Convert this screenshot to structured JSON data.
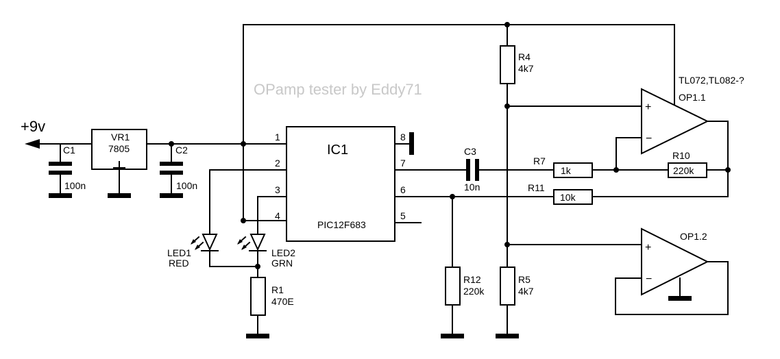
{
  "title": "OPamp tester by Eddy71",
  "supply": "+9v",
  "opamp_types": "TL072,TL082-?",
  "components": {
    "c1": {
      "ref": "C1",
      "value": "100n"
    },
    "c2": {
      "ref": "C2",
      "value": "100n"
    },
    "c3": {
      "ref": "C3",
      "value": "10n"
    },
    "vr1": {
      "ref": "VR1",
      "value": "7805"
    },
    "ic1": {
      "ref": "IC1",
      "value": "PIC12F683"
    },
    "r1": {
      "ref": "R1",
      "value": "470E"
    },
    "r4": {
      "ref": "R4",
      "value": "4k7"
    },
    "r5": {
      "ref": "R5",
      "value": "4k7"
    },
    "r7": {
      "ref": "R7",
      "value": "1k"
    },
    "r10": {
      "ref": "R10",
      "value": "220k"
    },
    "r11": {
      "ref": "R11",
      "value": "10k"
    },
    "r12": {
      "ref": "R12",
      "value": "220k"
    },
    "led1": {
      "ref": "LED1",
      "color": "RED"
    },
    "led2": {
      "ref": "LED2",
      "color": "GRN"
    },
    "op1_1": {
      "ref": "OP1.1"
    },
    "op1_2": {
      "ref": "OP1.2"
    }
  },
  "ic1_pins": [
    "1",
    "2",
    "3",
    "4",
    "5",
    "6",
    "7",
    "8"
  ],
  "opamp_pin_signs": {
    "plus": "+",
    "minus": "−"
  }
}
